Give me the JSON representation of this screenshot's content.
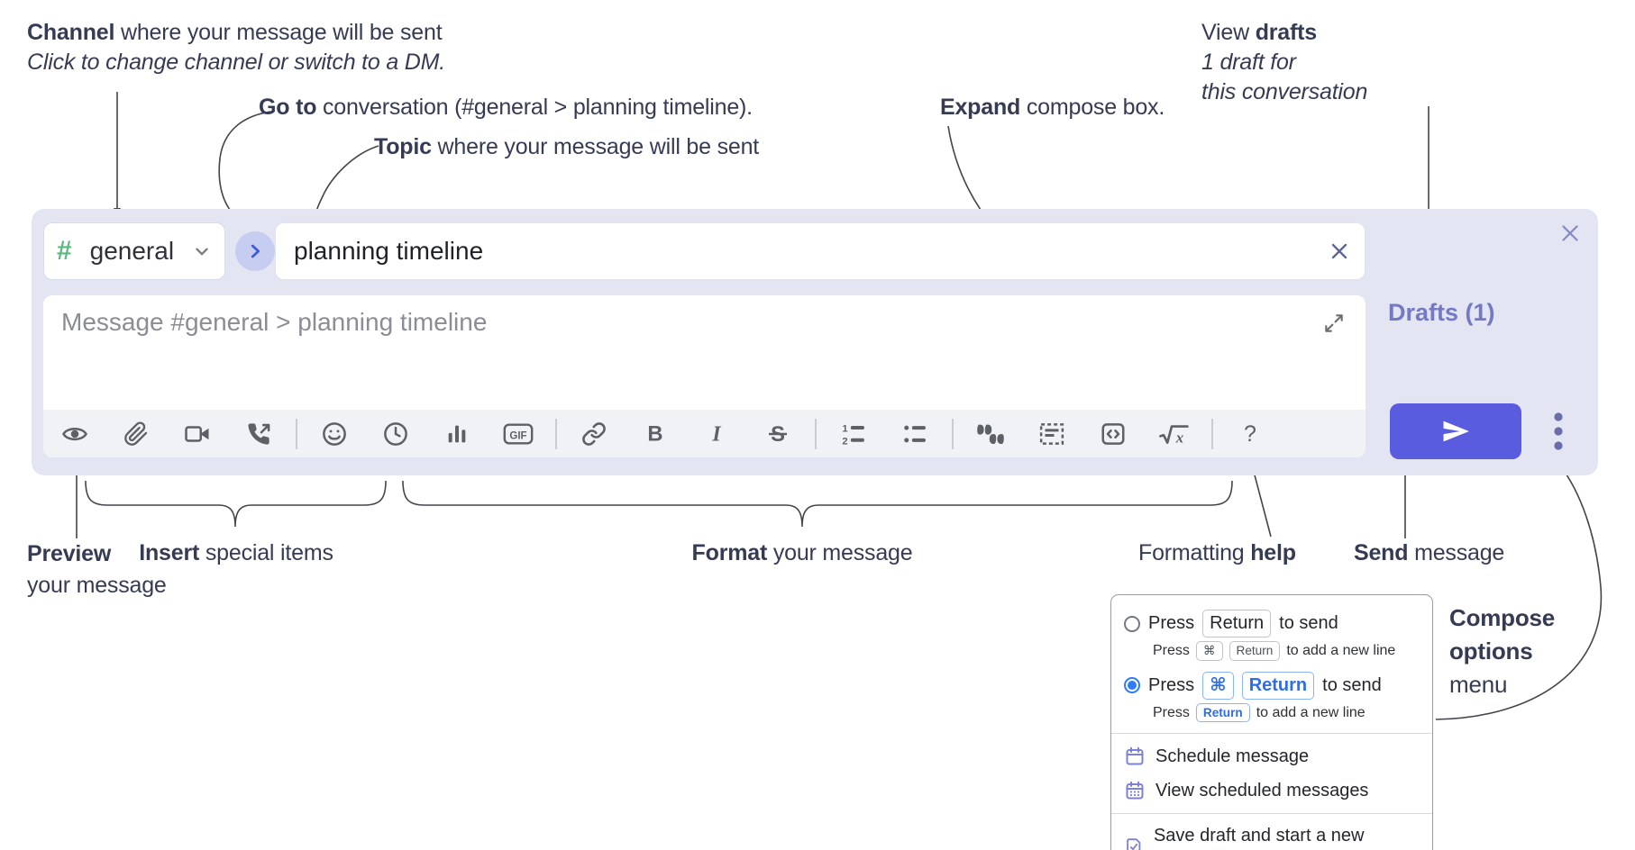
{
  "annotations": {
    "channel": {
      "bold": "Channel",
      "rest": " where your message will be sent",
      "subtitle": "Click to change channel or switch to a DM."
    },
    "goto": {
      "bold": "Go to",
      "rest": " conversation (#general > planning timeline)."
    },
    "topic": {
      "bold": "Topic",
      "rest": " where your message will be sent"
    },
    "expand": {
      "bold": "Expand",
      "rest": " compose box."
    },
    "view_drafts": {
      "pre": "View ",
      "bold": "drafts",
      "line2": "1 draft for",
      "line3": "this conversation"
    },
    "preview": {
      "bold": "Preview",
      "line2": "your message"
    },
    "insert": {
      "bold": "Insert",
      "rest": " special items"
    },
    "format": {
      "bold": "Format",
      "rest": " your message"
    },
    "formatting_help": {
      "pre": "Formatting ",
      "bold": "help"
    },
    "send": {
      "bold": "Send",
      "rest": " message"
    },
    "compose_options": {
      "line1": "Compose",
      "line2": "options",
      "line3": "menu"
    }
  },
  "compose": {
    "channel_hash": "#",
    "channel_name": "general",
    "topic_value": "planning timeline",
    "message_placeholder": "Message #general > planning timeline",
    "drafts_link": "Drafts (1)",
    "icon_glyphs": {
      "gif": "GIF",
      "bold": "B",
      "italic": "I",
      "strike": "S",
      "ol1": "1",
      "ol2": "2",
      "quote": "“„",
      "code": "<>",
      "math_x": "x",
      "help": "?"
    }
  },
  "menu": {
    "press": "Press",
    "key_return": "Return",
    "key_cmd": "⌘",
    "to_send": "to send",
    "to_newline": "to add a new line",
    "items": {
      "schedule": "Schedule message",
      "view_scheduled": "View scheduled messages",
      "save_draft": "Save draft and start a new message"
    }
  },
  "colors": {
    "lavender": "#e3e5f3",
    "send_button": "#5a5ce0",
    "hash_green": "#5cb87f",
    "drafts_link": "#7579c4",
    "radio_blue": "#2e7cf6",
    "menu_icon_purple": "#7d81d4",
    "toolbar_icon_gray": "#5d6066"
  }
}
